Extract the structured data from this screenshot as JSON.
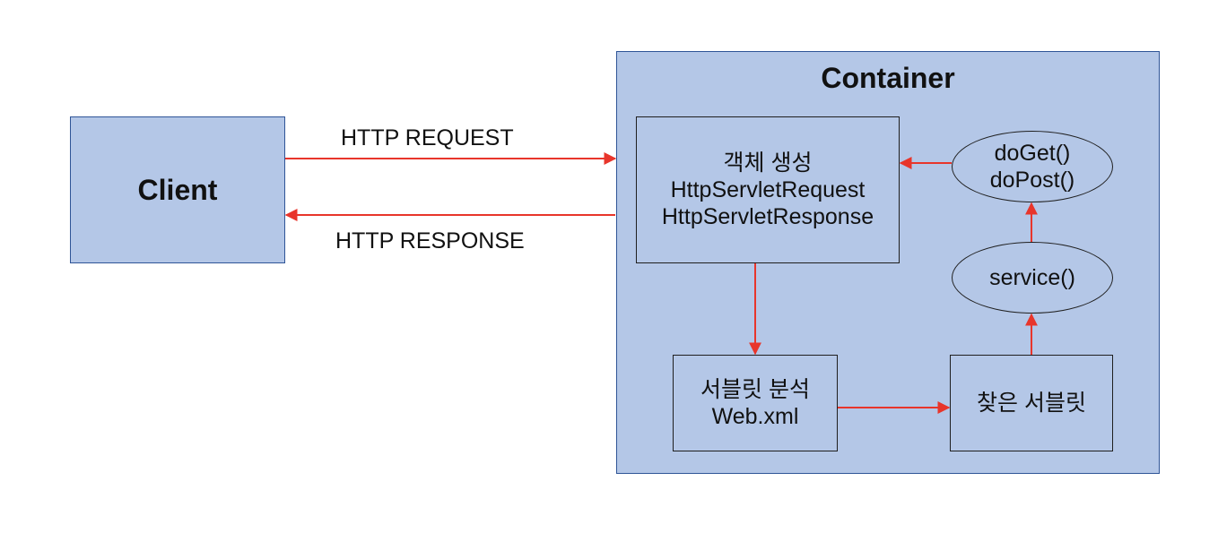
{
  "client": {
    "label": "Client"
  },
  "container": {
    "title": "Container"
  },
  "arrows": {
    "request_label": "HTTP REQUEST",
    "response_label": "HTTP RESPONSE"
  },
  "create_box": {
    "lines": [
      "객체 생성",
      "HttpServletRequest",
      "HttpServletResponse"
    ]
  },
  "analyze_box": {
    "lines": [
      "서블릿 분석",
      "Web.xml"
    ]
  },
  "found_box": {
    "label": "찾은 서블릿"
  },
  "doget_ellipse": {
    "lines": [
      "doGet()",
      "doPost()"
    ]
  },
  "service_ellipse": {
    "label": "service()"
  },
  "colors": {
    "box_fill": "#b4c7e7",
    "arrow": "#e8352b"
  }
}
